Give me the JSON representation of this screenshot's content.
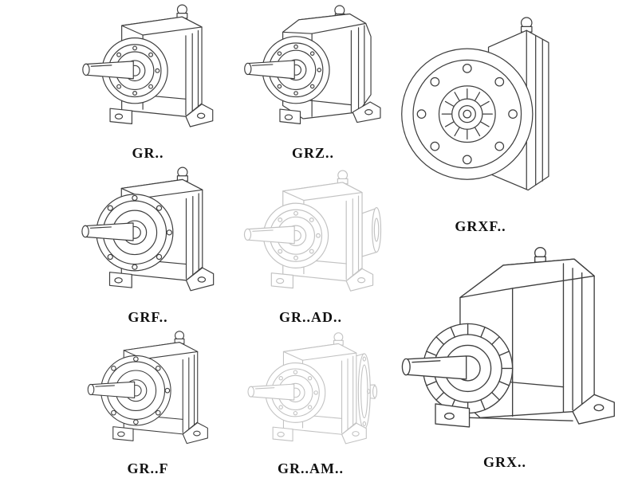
{
  "page": {
    "background": "#ffffff",
    "line_color": "#3f3f3f",
    "ghost_line_color": "#c2c2c2"
  },
  "products": [
    {
      "id": "gr",
      "label": "GR..",
      "drawing": "foot-mounted-helical-gearbox",
      "style": "solid"
    },
    {
      "id": "grz",
      "label": "GRZ..",
      "drawing": "foot-mounted-helical-gearbox-chamfered",
      "style": "solid"
    },
    {
      "id": "grxf",
      "label": "GRXF..",
      "drawing": "flange-mounted-helical-gearbox-front",
      "style": "solid"
    },
    {
      "id": "grf",
      "label": "GRF..",
      "drawing": "foot-mounted-gearbox-with-flange",
      "style": "solid"
    },
    {
      "id": "gr-ad",
      "label": "GR..AD..",
      "drawing": "gearbox-with-input-adapter",
      "style": "ghost"
    },
    {
      "id": "gr-f",
      "label": "GR..F",
      "drawing": "foot-mounted-gearbox-with-flange",
      "style": "solid"
    },
    {
      "id": "gr-am",
      "label": "GR..AM..",
      "drawing": "gearbox-with-motor-mounting-flange",
      "style": "ghost"
    },
    {
      "id": "grx",
      "label": "GRX..",
      "drawing": "large-foot-mounted-helical-gearbox",
      "style": "solid"
    }
  ]
}
